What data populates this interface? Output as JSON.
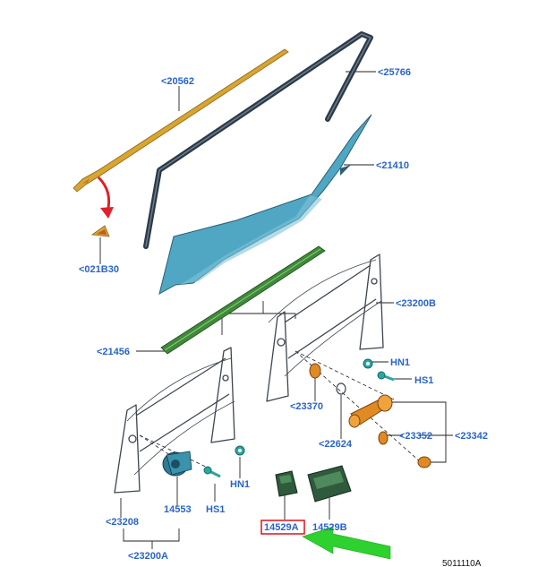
{
  "colors": {
    "label": "#2a64c8",
    "highlight_box": "#e0202a",
    "arrow_red": "#e0202a",
    "arrow_green": "#2ed12e",
    "glass": "#4fa7c4",
    "molding": "#d9a531",
    "run_channel": "#3b4a5a",
    "weatherstrip": "#3f8a3a",
    "bracket": "#e08a24",
    "switch": "#2f5a3c",
    "motor": "#2e7b95"
  },
  "icons": {
    "callout_arrow": "red-down-arrow-icon",
    "pointer_arrow": "green-left-arrow-icon"
  },
  "labels": {
    "l_20562": "<20562",
    "l_25766": "<25766",
    "l_21410": "<21410",
    "l_021B30": "<021B30",
    "l_23200B": "<23200B",
    "l_21456": "<21456",
    "l_HN1_top": "HN1",
    "l_HS1_top": "HS1",
    "l_23370": "<23370",
    "l_22624": "<22624",
    "l_23352": "<23352",
    "l_23342": "<23342",
    "l_HN1_bottom": "HN1",
    "l_HS1_bottom": "HS1",
    "l_23208": "<23208",
    "l_14553": "14553",
    "l_14529A": "14529A",
    "l_14529B": "14529B",
    "l_23200A": "<23200A",
    "ref_number": "5011110A"
  }
}
